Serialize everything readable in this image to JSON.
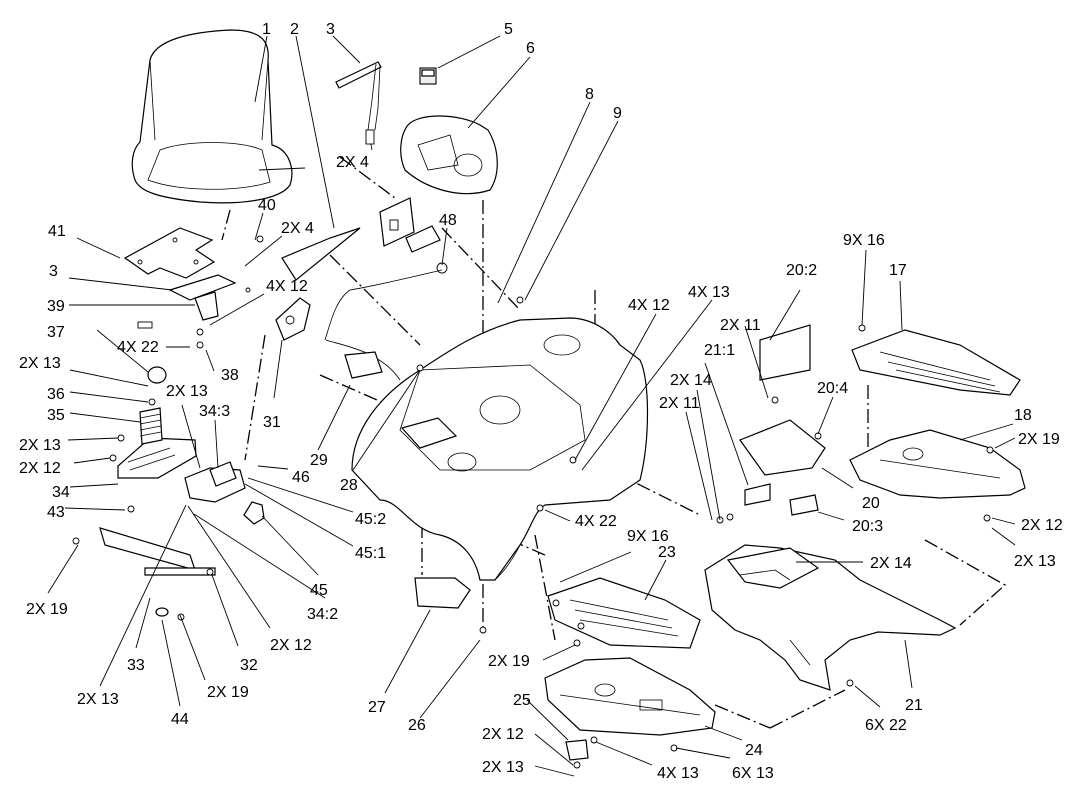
{
  "callouts": [
    {
      "id": "c1",
      "text": "1"
    },
    {
      "id": "c2",
      "text": "2"
    },
    {
      "id": "c3a",
      "text": "3"
    },
    {
      "id": "c5",
      "text": "5"
    },
    {
      "id": "c6",
      "text": "6"
    },
    {
      "id": "c2x4a",
      "text": "2X 4"
    },
    {
      "id": "c8",
      "text": "8"
    },
    {
      "id": "c9",
      "text": "9"
    },
    {
      "id": "c40",
      "text": "40"
    },
    {
      "id": "c2x4b",
      "text": "2X 4"
    },
    {
      "id": "c48",
      "text": "48"
    },
    {
      "id": "c41",
      "text": "41"
    },
    {
      "id": "c3b",
      "text": "3"
    },
    {
      "id": "c4x12a",
      "text": "4X 12"
    },
    {
      "id": "c39",
      "text": "39"
    },
    {
      "id": "c37",
      "text": "37"
    },
    {
      "id": "c4x22a",
      "text": "4X 22"
    },
    {
      "id": "c38",
      "text": "38"
    },
    {
      "id": "c2x13a",
      "text": "2X 13"
    },
    {
      "id": "c36",
      "text": "36"
    },
    {
      "id": "c35",
      "text": "35"
    },
    {
      "id": "c2x13b",
      "text": "2X 13"
    },
    {
      "id": "c34_3",
      "text": "34:3"
    },
    {
      "id": "c31",
      "text": "31"
    },
    {
      "id": "c2x13c",
      "text": "2X 13"
    },
    {
      "id": "c2x12a",
      "text": "2X 12"
    },
    {
      "id": "c29",
      "text": "29"
    },
    {
      "id": "c46",
      "text": "46"
    },
    {
      "id": "c28",
      "text": "28"
    },
    {
      "id": "c34",
      "text": "34"
    },
    {
      "id": "c45_2",
      "text": "45:2"
    },
    {
      "id": "c43",
      "text": "43"
    },
    {
      "id": "c45_1",
      "text": "45:1"
    },
    {
      "id": "c45",
      "text": "45"
    },
    {
      "id": "c2x19a",
      "text": "2X 19"
    },
    {
      "id": "c34_2",
      "text": "34:2"
    },
    {
      "id": "c2x12b",
      "text": "2X 12"
    },
    {
      "id": "c33",
      "text": "33"
    },
    {
      "id": "c32",
      "text": "32"
    },
    {
      "id": "c2x13d",
      "text": "2X 13"
    },
    {
      "id": "c2x19b",
      "text": "2X 19"
    },
    {
      "id": "c44",
      "text": "44"
    },
    {
      "id": "c27",
      "text": "27"
    },
    {
      "id": "c26",
      "text": "26"
    },
    {
      "id": "c4x12b",
      "text": "4X 12"
    },
    {
      "id": "c4x13a",
      "text": "4X 13"
    },
    {
      "id": "c4x22b",
      "text": "4X 22"
    },
    {
      "id": "c9x16a",
      "text": "9X 16"
    },
    {
      "id": "c23",
      "text": "23"
    },
    {
      "id": "c2x19c",
      "text": "2X 19"
    },
    {
      "id": "c25",
      "text": "25"
    },
    {
      "id": "c2x12c",
      "text": "2X 12"
    },
    {
      "id": "c2x13e",
      "text": "2X 13"
    },
    {
      "id": "c4x13b",
      "text": "4X 13"
    },
    {
      "id": "c6x13",
      "text": "6X 13"
    },
    {
      "id": "c24",
      "text": "24"
    },
    {
      "id": "c20_2",
      "text": "20:2"
    },
    {
      "id": "c2x11a",
      "text": "2X 11"
    },
    {
      "id": "c21_1",
      "text": "21:1"
    },
    {
      "id": "c2x14a",
      "text": "2X 14"
    },
    {
      "id": "c2x11b",
      "text": "2X 11"
    },
    {
      "id": "c20_4",
      "text": "20:4"
    },
    {
      "id": "c20",
      "text": "20"
    },
    {
      "id": "c20_3",
      "text": "20:3"
    },
    {
      "id": "c2x14b",
      "text": "2X 14"
    },
    {
      "id": "c9x16b",
      "text": "9X 16"
    },
    {
      "id": "c17",
      "text": "17"
    },
    {
      "id": "c18",
      "text": "18"
    },
    {
      "id": "c2x19d",
      "text": "2X 19"
    },
    {
      "id": "c2x12d",
      "text": "2X 12"
    },
    {
      "id": "c2x13f",
      "text": "2X 13"
    },
    {
      "id": "c21",
      "text": "21"
    },
    {
      "id": "c6x22",
      "text": "6X 22"
    }
  ]
}
